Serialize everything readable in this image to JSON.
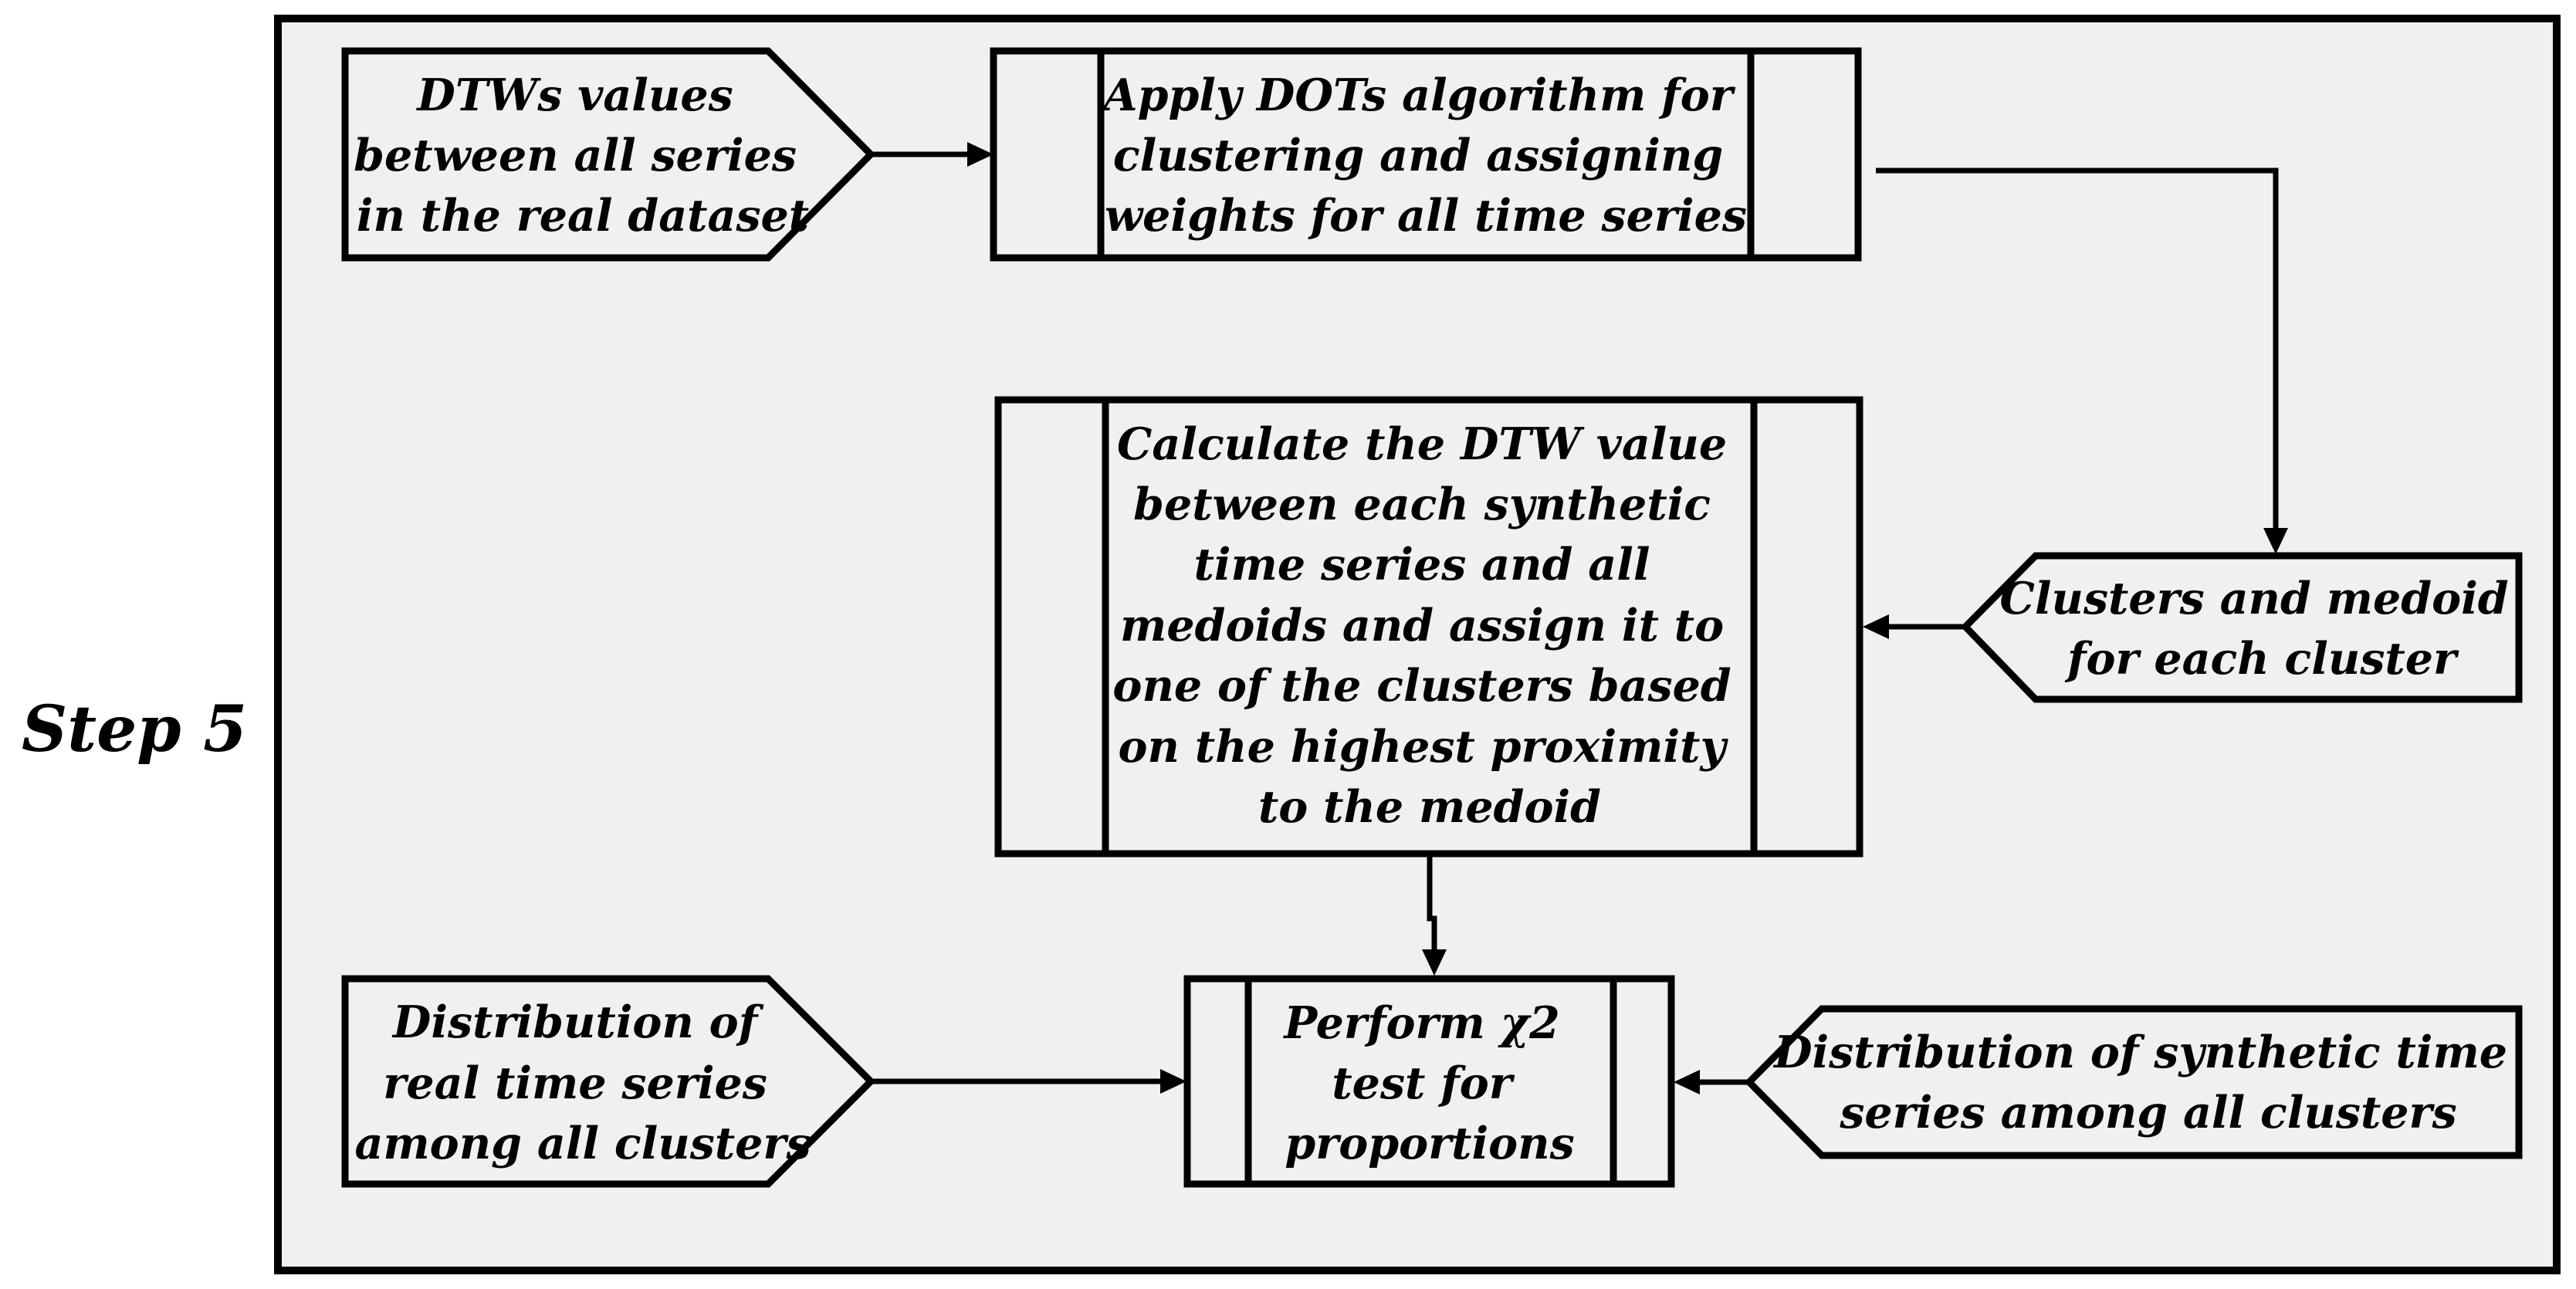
{
  "step_label": "Step 5",
  "nodes": {
    "dtw_input": {
      "lines": [
        "DTWs values",
        "between all series",
        "in the real dataset"
      ]
    },
    "dots_process": {
      "lines": [
        "Apply DOTs algorithm for",
        "clustering and assigning",
        "weights for all time series"
      ]
    },
    "clusters_data": {
      "lines": [
        "Clusters and medoid",
        "for each cluster"
      ]
    },
    "assign_process": {
      "lines": [
        "Calculate the DTW value",
        "between each synthetic",
        "time series and all",
        "medoids and assign it to",
        "one of the clusters based",
        "on the highest proximity",
        "to the medoid"
      ]
    },
    "real_distribution": {
      "lines": [
        "Distribution of",
        "real time series",
        "among all clusters"
      ]
    },
    "chi2_process": {
      "lines": [
        "Perform χ2",
        "test for",
        "proportions"
      ]
    },
    "synthetic_distribution": {
      "lines": [
        "Distribution of synthetic time",
        "series among all clusters"
      ]
    }
  },
  "colors": {
    "fill": "#f0f0f0",
    "stroke": "#000000"
  }
}
